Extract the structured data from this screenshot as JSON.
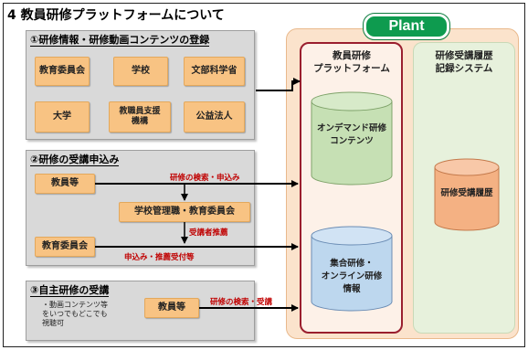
{
  "title": "4 教員研修プラットフォームについて",
  "plant_label": "Plant",
  "section1": {
    "title": "①研修情報・研修動画コンテンツの登録",
    "boxes": [
      "教育委員会",
      "学校",
      "文部科学省",
      "大学",
      "教職員支援機構",
      "公益法人"
    ]
  },
  "section2": {
    "title": "②研修の受講申込み",
    "box_teacher": "教員等",
    "box_admin": "学校管理職・教育委員会",
    "box_board": "教育委員会",
    "label_search": "研修の検索・申込み",
    "label_recommend": "受講者推薦",
    "label_accept": "申込み・推薦受付等"
  },
  "section3": {
    "title": "③自主研修の受講",
    "note_lines": [
      "・動画コンテンツ等",
      "をいつでもどこでも",
      "視聴可"
    ],
    "box_teacher": "教員等",
    "label_search": "研修の検索・受講"
  },
  "platform": {
    "title_line1": "教員研修",
    "title_line2": "プラットフォーム",
    "ondemand_line1": "オンデマンド研修",
    "ondemand_line2": "コンテンツ",
    "group_line1": "集合研修・",
    "group_line2": "オンライン研修",
    "group_line3": "情報"
  },
  "record": {
    "title_line1": "研修受講履歴",
    "title_line2": "記録システム",
    "history": "研修受講履歴"
  },
  "colors": {
    "orange_box": "#f8c383",
    "panel": "#d9d9d9",
    "plant_green": "#0e9b4f",
    "platform_border": "#9a1e2e",
    "arrow_label": "#c00000",
    "cyl_green": "#c6e0b4",
    "cyl_blue": "#bdd7ee",
    "cyl_salmon": "#f4b183"
  }
}
